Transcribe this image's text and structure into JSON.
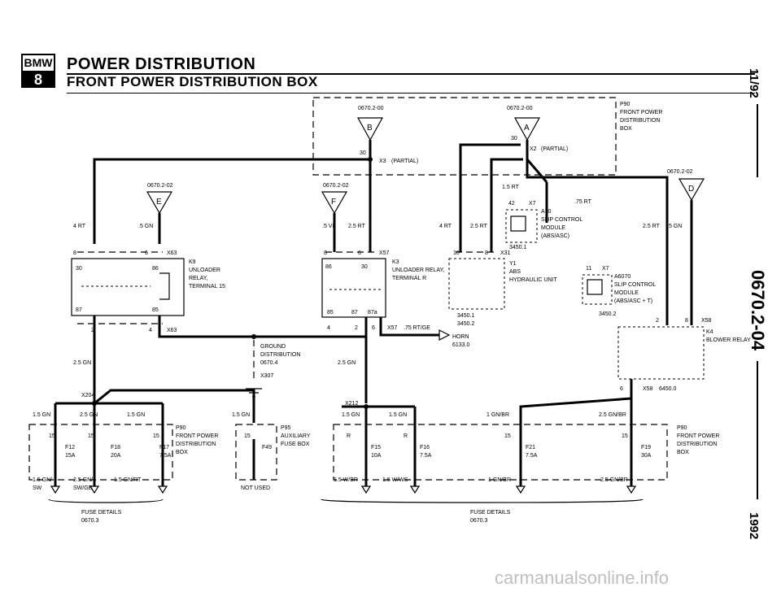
{
  "logo": {
    "top": "BMW",
    "bottom": "8"
  },
  "header": {
    "title": "POWER DISTRIBUTION",
    "subtitle": "FRONT POWER DISTRIBUTION BOX"
  },
  "side": {
    "date": "11/92",
    "section": "0670.2-04",
    "year": "1992"
  },
  "watermark": "carmanualsonline.info",
  "labels": {
    "ref_b": "0670.2-00",
    "ref_a": "0670.2-00",
    "conn_b": "B",
    "conn_a": "A",
    "conn_e": "E",
    "conn_f": "F",
    "conn_d": "D",
    "p90_top": [
      "P90",
      "FRONT POWER",
      "DISTRIBUTION",
      "BOX"
    ],
    "x3": "X3",
    "x3_partial": "(PARTIAL)",
    "x2": "X2",
    "x2_partial": "(PARTIAL)",
    "pin30a": "30",
    "pin30b": "30",
    "ref_e": "0670.2-02",
    "ref_f": "0670.2-02",
    "ref_d": "0670.2-02",
    "w4rt": "4 RT",
    "w5gn": ".5 GN",
    "w5vi": ".5 VI",
    "w25rt": "2.5 RT",
    "w4rt_b": "4 RT",
    "w25rt_b": "2.5 RT",
    "w15rt": "1.5 RT",
    "w75rt": ".75 RT",
    "w25rt_d": "2.5 RT",
    "w5gn_d": ".5 GN",
    "x7_top": "X7",
    "pin42": "42",
    "a70": [
      "A70",
      "SLIP CONTROL",
      "MODULE",
      "(ABS/ASC)"
    ],
    "a70_num": "3450.1",
    "x63": "X63",
    "pin8": "8",
    "pin6": "6",
    "k9": [
      "K9",
      "UNLOADER",
      "RELAY,",
      "TERMINAL 15"
    ],
    "p30": "30",
    "p86": "86",
    "p87": "87",
    "p85": "85",
    "pin2": "2",
    "pin4": "4",
    "x63_b": "X63",
    "x57": "X57",
    "pin8b": "8",
    "pin6b": "6",
    "k3": [
      "K3",
      "UNLOADER RELAY,",
      "TERMINAL R"
    ],
    "q86": "86",
    "q30": "30",
    "q85": "85",
    "q87": "87",
    "q87a": "87a",
    "pin4b": "4",
    "pin2b": "2",
    "pin6c": "6",
    "x57_b": "X57",
    "w75rtge": ".75 RT/GE",
    "horn": [
      "HORN",
      "6133.0"
    ],
    "x31": "X31",
    "pin10": "10",
    "pin8c": "8",
    "y1": [
      "Y1",
      "ABS",
      "HYDRAULIC UNIT"
    ],
    "y1_num": [
      "3450.1",
      "3450.2"
    ],
    "x7_b": "X7",
    "pin11": "11",
    "a6070": [
      "A6070",
      "SLIP CONTROL",
      "MODULE",
      "(ABS/ASC + T)"
    ],
    "a6070_num": "3450.2",
    "x58": "X58",
    "pin2c": "2",
    "pin8d": "8",
    "k4": [
      "K4",
      "BLOWER RELAY"
    ],
    "pin6d": "6",
    "x58_b": "X58",
    "x58_num": "6450.0",
    "ground": [
      "GROUND",
      "DISTRIBUTION",
      "0670.4"
    ],
    "x307": "X307",
    "w25gn": "2.5 GN",
    "w25gn_b": "2.5 GN",
    "x204": "X204",
    "x212": "X212",
    "w15gn": "1.5 GN",
    "w25gn_c": "2.5 GN",
    "w15gn_b": "1.5 GN",
    "w15gn_c": "1.5 GN",
    "w15gn_d": "1.5 GN",
    "w15gn_e": "1.5 GN",
    "w1gnbr": "1 GN/BR",
    "w25gnbr": "2.5 GN/BR",
    "f12": [
      "F12",
      "15A"
    ],
    "f18": [
      "F18",
      "20A"
    ],
    "f17": [
      "F17",
      "7.5A"
    ],
    "f49": "F49",
    "f15": [
      "F15",
      "10A"
    ],
    "f16": [
      "F16",
      "7.5A"
    ],
    "f21": [
      "F21",
      "7.5A"
    ],
    "f19": [
      "F19",
      "30A"
    ],
    "t15a": "15",
    "t15b": "15",
    "t15c": "15",
    "t15d": "15",
    "t15e": "15",
    "t15f": "15",
    "tR1": "R",
    "tR2": "R",
    "p90_l": [
      "P90",
      "FRONT POWER",
      "DISTRIBUTION",
      "BOX"
    ],
    "p95": [
      "P95",
      "AUXILIARY",
      "FUSE BOX"
    ],
    "not_used": "NOT USED",
    "p90_r": [
      "P90",
      "FRONT POWER",
      "DISTRIBUTION",
      "BOX"
    ],
    "b1": [
      "1.5 GN/",
      "SW"
    ],
    "b2": [
      "2.5 GN/",
      "SW/GE"
    ],
    "b3": "1.5 GN/RT",
    "b4": "1.5 W/BR",
    "b5": "1.5 W/WS",
    "b6": "1 GN/BR",
    "b7": "2.5 GN/BR",
    "fuse_left": [
      "FUSE DETAILS",
      "0670.3"
    ],
    "fuse_right": [
      "FUSE DETAILS",
      "0670.3"
    ]
  }
}
